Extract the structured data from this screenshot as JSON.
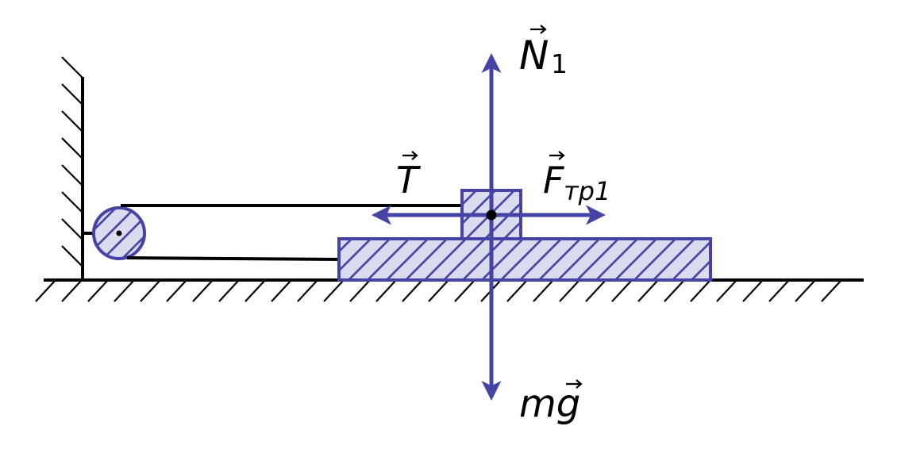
{
  "labels": {
    "normal_force": {
      "symbol": "N",
      "subscript": "1"
    },
    "tension": {
      "symbol": "T"
    },
    "friction": {
      "symbol": "F",
      "subscript": "тр1"
    },
    "gravity": {
      "symbol": "mg",
      "vector_letter": "g",
      "prefix": "m"
    }
  },
  "colors": {
    "force_arrow": "#4444a6",
    "body_fill": "#dcdcf0",
    "hatch": "#4444a6",
    "ground": "#000000",
    "string": "#000000"
  },
  "icons": {
    "vector_mark": "right-arrow-over-letter"
  }
}
